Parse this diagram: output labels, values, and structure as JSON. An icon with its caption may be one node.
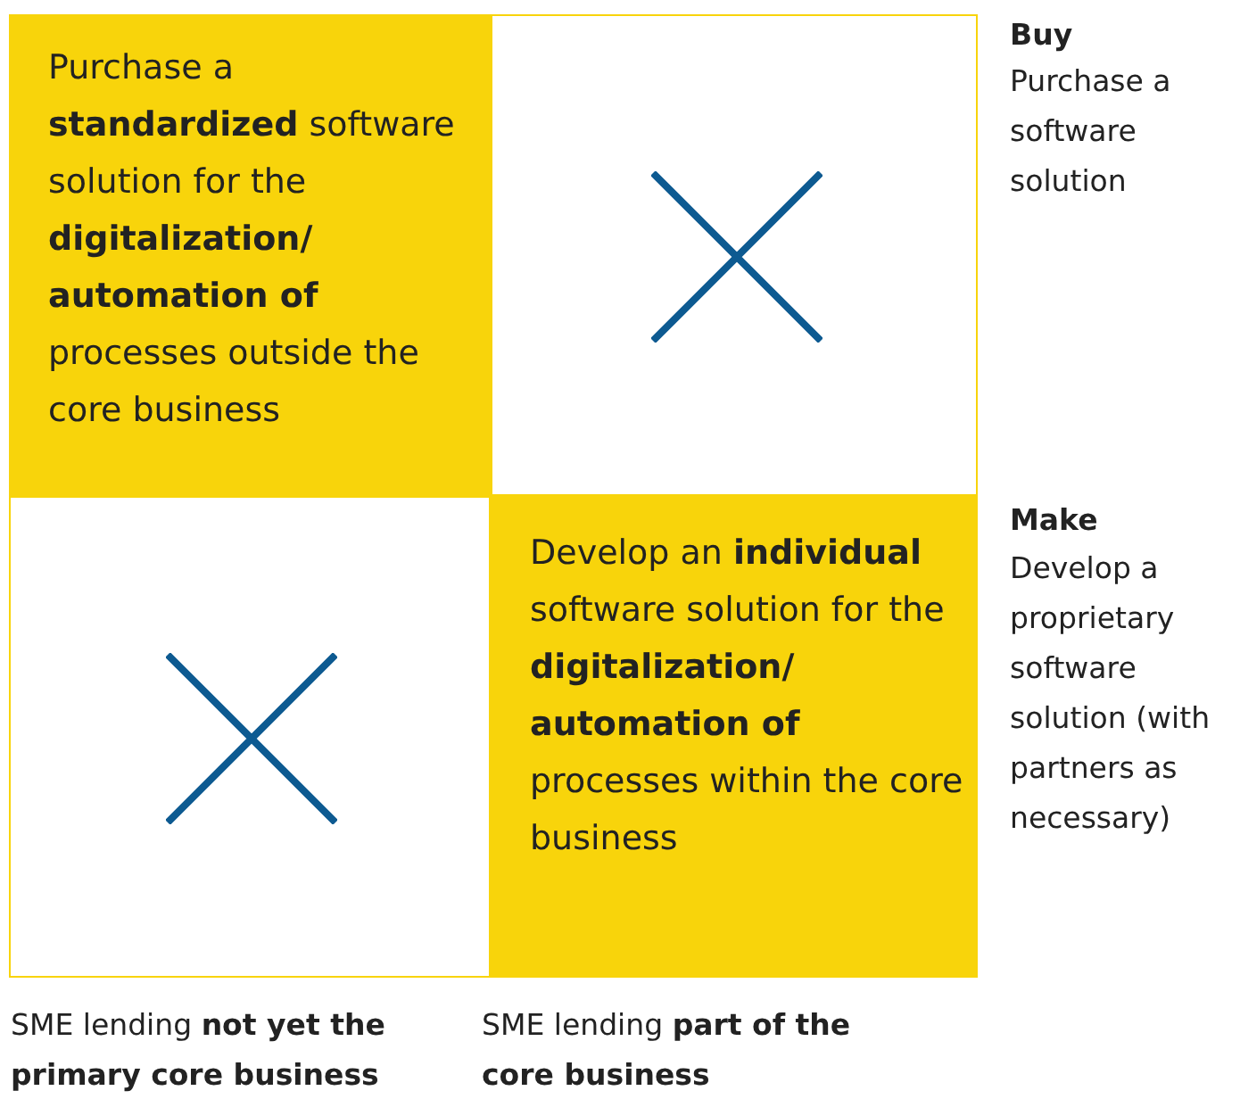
{
  "diagram": {
    "nodes": [
      {
        "text": [
          "Purchase a **standardized** software solution for the **digitalization/ automation of** processes outside the core business"
        ]
      },
      {
        "text": [],
        "shape": "box"
      },
      {
        "text": [],
        "shape": "box"
      },
      {
        "text": [
          "Develop an **individual** software solution for the **digitalization/ automation of** processes within the core business"
        ]
      }
    ],
    "labels": [
      "Buy",
      "Purchase a software solution",
      "Make",
      "Develop a proprietary software solution (with partners as necessary)",
      "SME lending **not yet the primary core business**",
      "SME lending **part of the core business**"
    ]
  }
}
